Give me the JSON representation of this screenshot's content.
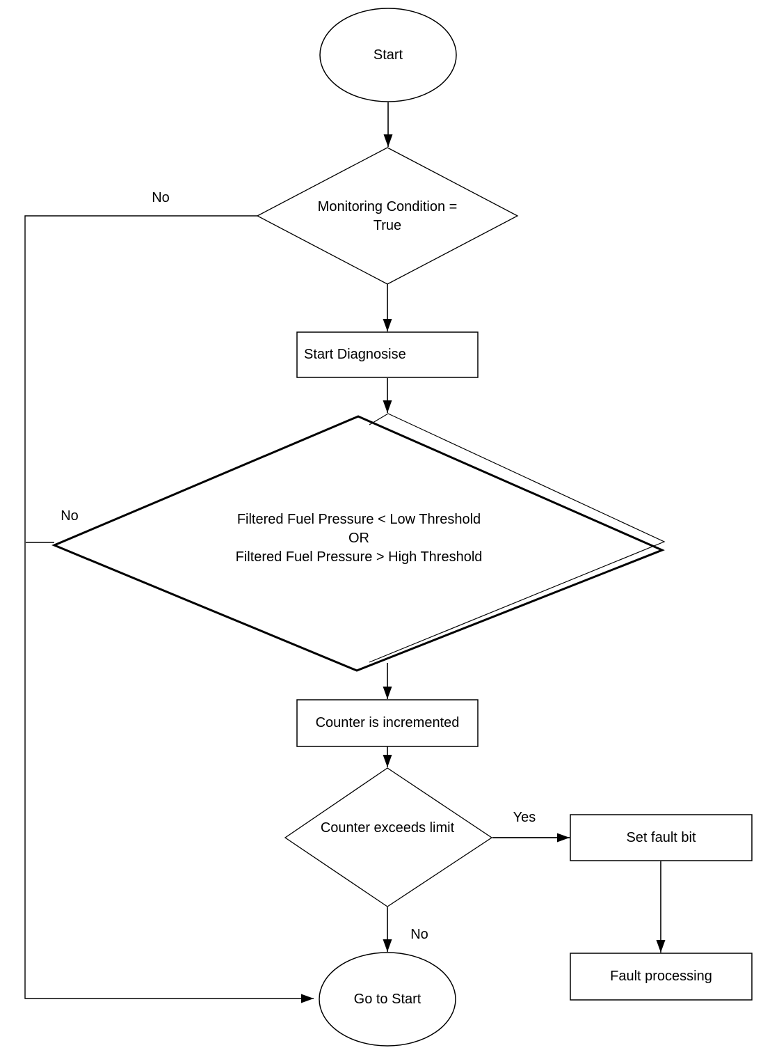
{
  "diagram": {
    "type": "flowchart",
    "background_color": "#ffffff",
    "line_color": "#000000",
    "nodes": [
      {
        "id": "start",
        "shape": "ellipse",
        "label": "Start"
      },
      {
        "id": "monitoring-condition",
        "shape": "diamond",
        "label": "Monitoring Condition = True"
      },
      {
        "id": "start-diagnosise",
        "shape": "rectangle",
        "label": "Start Diagnosise"
      },
      {
        "id": "pressure-check",
        "shape": "diamond",
        "lines": [
          "Filtered Fuel Pressure < Low Threshold",
          "OR",
          "Filtered Fuel Pressure > High Threshold"
        ]
      },
      {
        "id": "counter-incremented",
        "shape": "rectangle",
        "label": "Counter is incremented"
      },
      {
        "id": "counter-exceeds-limit",
        "shape": "diamond",
        "label": "Counter exceeds limit"
      },
      {
        "id": "set-fault-bit",
        "shape": "rectangle",
        "label": "Set fault bit"
      },
      {
        "id": "fault-processing",
        "shape": "rectangle",
        "label": "Fault processing"
      },
      {
        "id": "go-to-start",
        "shape": "ellipse",
        "label": "Go to Start"
      }
    ],
    "edges": [
      {
        "from": "start",
        "to": "monitoring-condition",
        "label": ""
      },
      {
        "from": "monitoring-condition",
        "to": "start-diagnosise",
        "label": ""
      },
      {
        "from": "monitoring-condition",
        "to": "go-to-start",
        "label": "No"
      },
      {
        "from": "start-diagnosise",
        "to": "pressure-check",
        "label": ""
      },
      {
        "from": "pressure-check",
        "to": "go-to-start",
        "label": "No"
      },
      {
        "from": "pressure-check",
        "to": "counter-incremented",
        "label": ""
      },
      {
        "from": "counter-incremented",
        "to": "counter-exceeds-limit",
        "label": ""
      },
      {
        "from": "counter-exceeds-limit",
        "to": "set-fault-bit",
        "label": "Yes"
      },
      {
        "from": "counter-exceeds-limit",
        "to": "go-to-start",
        "label": "No"
      },
      {
        "from": "set-fault-bit",
        "to": "fault-processing",
        "label": ""
      }
    ]
  }
}
